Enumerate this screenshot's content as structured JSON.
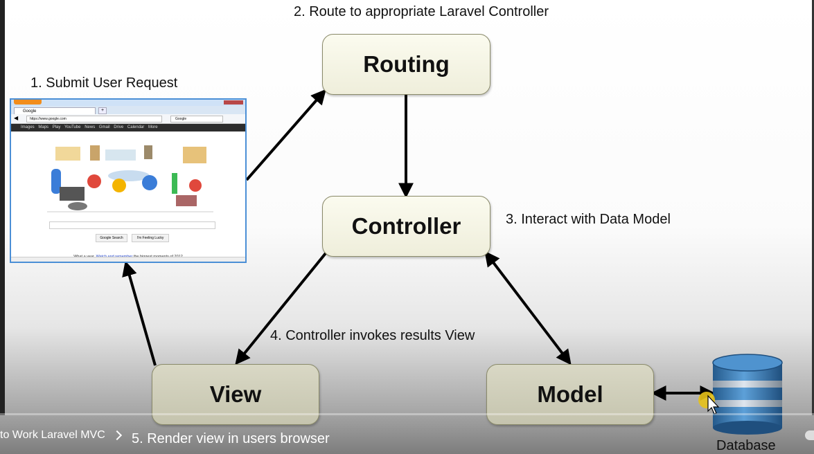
{
  "diagram": {
    "boxes": {
      "routing": "Routing",
      "controller": "Controller",
      "view": "View",
      "model": "Model"
    },
    "steps": {
      "step1": "1. Submit User Request",
      "step2": "2. Route to appropriate Laravel Controller",
      "step3": "3. Interact with Data Model",
      "step4": "4. Controller invokes results View",
      "step5": "5. Render view in users browser"
    },
    "database_label": "Database"
  },
  "browser_mockup": {
    "brand": "Firefox",
    "tab_title": "Google",
    "url": "https://www.google.com",
    "search_placeholder": "Google",
    "nav_items": [
      "Images",
      "Maps",
      "Play",
      "YouTube",
      "News",
      "Gmail",
      "Drive",
      "Calendar",
      "More"
    ],
    "search_button": "Google Search",
    "lucky_button": "I'm Feeling Lucky",
    "footer_prefix": "What a year.",
    "footer_link": "Watch and remember",
    "footer_suffix": "the biggest moments of 2012"
  },
  "video": {
    "title": "to Work Laravel MVC"
  },
  "colors": {
    "box_top": "#f4f3e2",
    "box_bottom": "#cfcdb8",
    "browser_border": "#4b8fd6",
    "db_blue": "#2f6fa8"
  }
}
